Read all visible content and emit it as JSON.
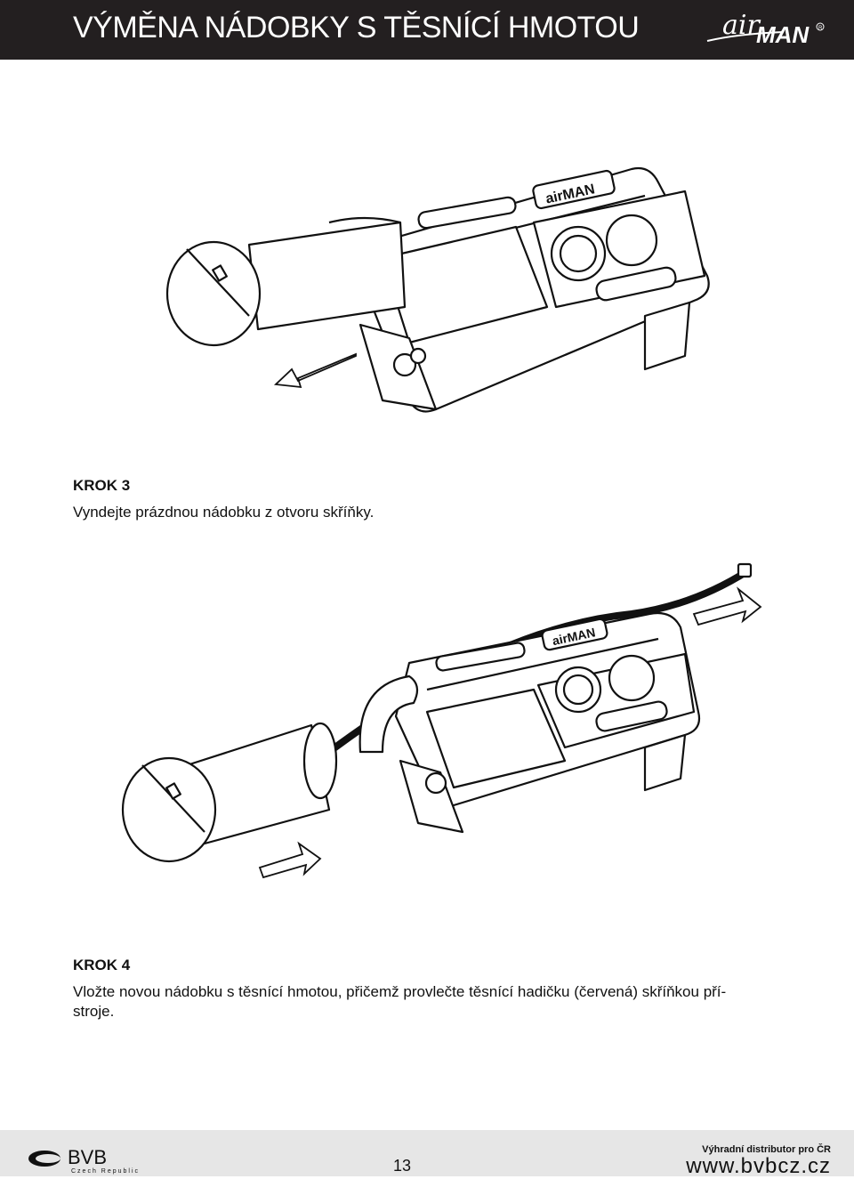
{
  "header": {
    "title": "VÝMĚNA NÁDOBKY S TĚSNÍCÍ HMOTOU",
    "brand_logo": "airMAN"
  },
  "steps": [
    {
      "title": "KROK 3",
      "text": "Vyndejte prázdnou nádobku z otvoru skříňky."
    },
    {
      "title": "KROK 4",
      "text": "Vložte novou nádobku s těsnící hmotou, přičemž provlečte těsnící hadičku (červená) skříňkou pří-\nstroje."
    }
  ],
  "footer": {
    "page_number": "13",
    "distributor": "Výhradní distributor pro ČR",
    "website": "www.bvbcz.cz",
    "bvb_logo": "BVB",
    "bvb_sub": "Czech Republic"
  },
  "colors": {
    "header_bg": "#231f20",
    "footer_bg": "#e6e6e6"
  }
}
